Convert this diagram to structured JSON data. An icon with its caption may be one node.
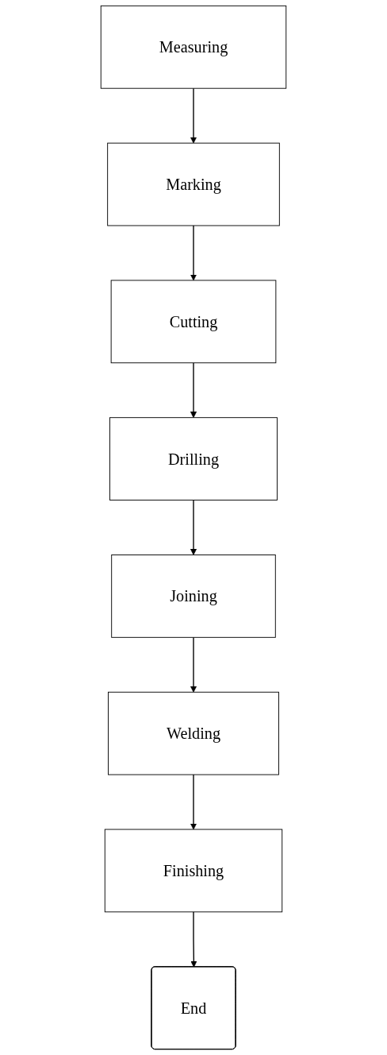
{
  "diagram": {
    "nodes": [
      {
        "text": [
          "Measuring"
        ]
      },
      {
        "text": [
          "Marking"
        ]
      },
      {
        "text": [
          "Cutting"
        ]
      },
      {
        "text": [
          "Drilling"
        ]
      },
      {
        "text": [
          "Joining"
        ]
      },
      {
        "text": [
          "Welding"
        ]
      },
      {
        "text": [
          "Finishing"
        ]
      },
      {
        "text": [
          "End"
        ]
      }
    ],
    "edges": [
      {
        "from": 0,
        "to": 1,
        "arrow": "to"
      },
      {
        "from": 1,
        "to": 2,
        "arrow": "to"
      },
      {
        "from": 2,
        "to": 3,
        "arrow": "to"
      },
      {
        "from": 3,
        "to": 4,
        "arrow": "to"
      },
      {
        "from": 4,
        "to": 5,
        "arrow": "to"
      },
      {
        "from": 5,
        "to": 6,
        "arrow": "to"
      },
      {
        "from": 6,
        "to": 7,
        "arrow": "to"
      }
    ]
  }
}
